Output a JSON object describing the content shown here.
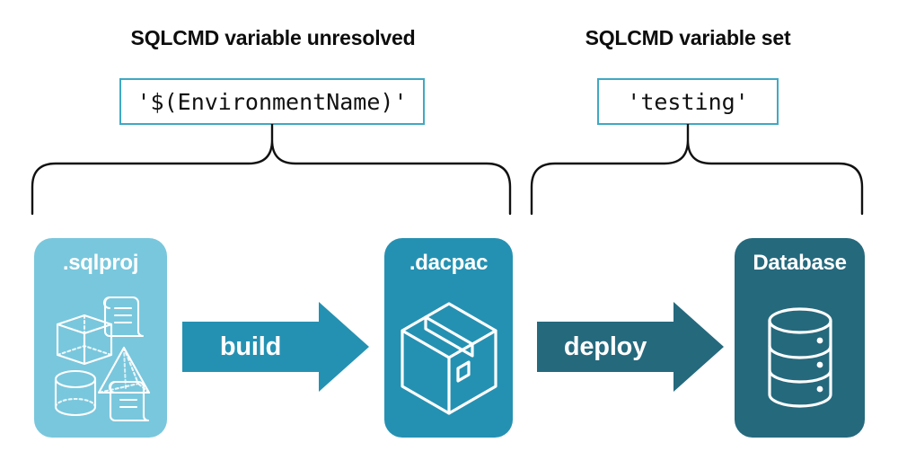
{
  "diagram": {
    "title_left": "SQLCMD variable unresolved",
    "title_right": "SQLCMD variable set",
    "code_left": "'$(EnvironmentName)'",
    "code_right": "'testing'",
    "stages": [
      {
        "label": ".sqlproj",
        "icon": "shapes-and-scripts-icon",
        "color": "#79c7dd"
      },
      {
        "label": ".dacpac",
        "icon": "package-box-icon",
        "color": "#2591b2"
      },
      {
        "label": "Database",
        "icon": "database-cylinder-icon",
        "color": "#25697d"
      }
    ],
    "arrows": [
      {
        "label": "build",
        "color": "#2591b2"
      },
      {
        "label": "deploy",
        "color": "#25697d"
      }
    ],
    "brace_color": "#111111",
    "code_border_color": "#3fa8c4",
    "background": "#ffffff"
  }
}
